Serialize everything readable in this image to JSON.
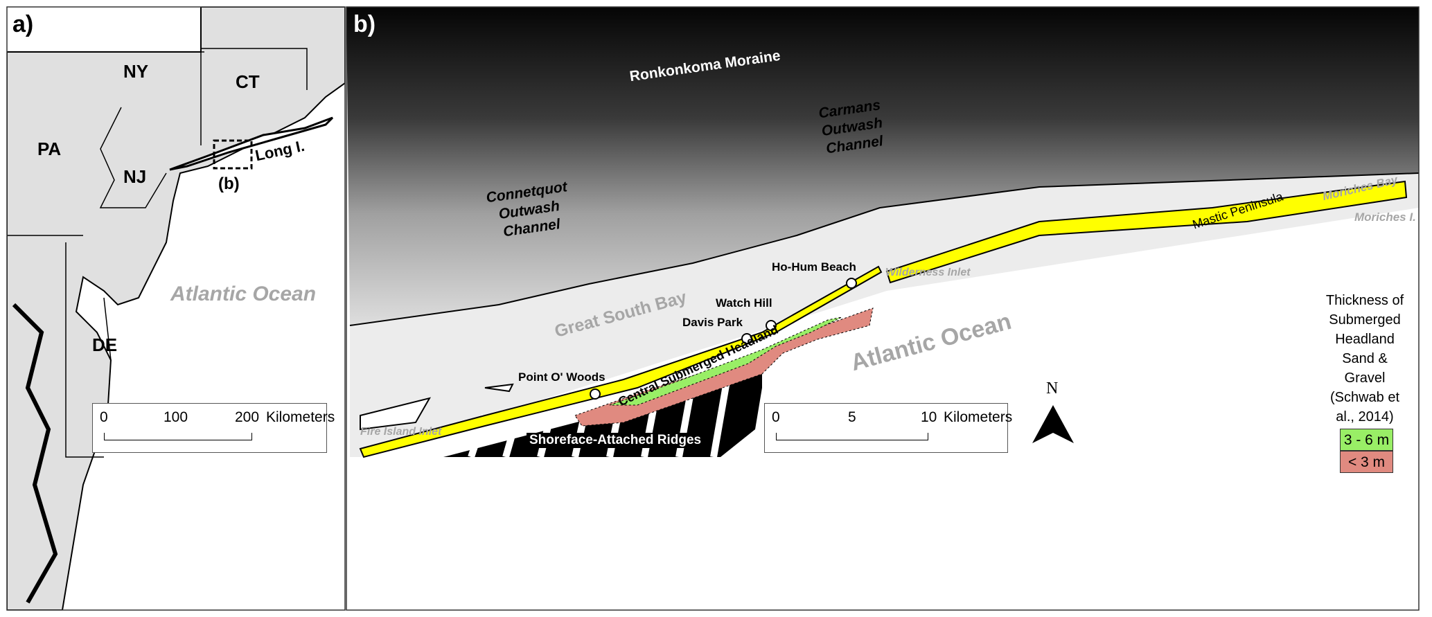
{
  "panel_a": {
    "label": "a)",
    "states": [
      "NY",
      "CT",
      "PA",
      "NJ",
      "DE"
    ],
    "long_island": "Long I.",
    "inset_ref": "(b)",
    "ocean": "Atlantic Ocean",
    "scale": {
      "ticks": [
        "0",
        "100",
        "200"
      ],
      "unit": "Kilometers"
    }
  },
  "panel_b": {
    "label": "b)",
    "features": {
      "moraine": "Ronkonkoma Moraine",
      "carmans": [
        "Carmans",
        "Outwash",
        "Channel"
      ],
      "connetquot": [
        "Connetquot",
        "Outwash",
        "Channel"
      ],
      "mastic": "Mastic Peninsula",
      "moriches_bay": "Moriches Bay",
      "moriches_inlet": "Moriches I.",
      "wilderness": "Wilderness Inlet",
      "ho_hum": "Ho-Hum Beach",
      "watch_hill": "Watch Hill",
      "davis_park": "Davis Park",
      "great_south_bay": "Great South Bay",
      "headland": "Central Submerged Headland",
      "point_o_woods": "Point O' Woods",
      "fire_island_inlet": "Fire Island Inlet",
      "ridges": "Shoreface-Attached Ridges",
      "ocean": "Atlantic Ocean"
    },
    "legend": {
      "title": [
        "Thickness of",
        "Submerged",
        "Headland",
        "Sand & Gravel",
        "(Schwab et",
        "al., 2014)"
      ],
      "items": [
        {
          "label": "3 - 6 m",
          "color": "#99ee66"
        },
        {
          "label": "< 3 m",
          "color": "#e08a80"
        }
      ]
    },
    "scale": {
      "ticks": [
        "0",
        "5",
        "10"
      ],
      "unit": "Kilometers"
    },
    "north": "N"
  },
  "colors": {
    "land": "#e0e0e0",
    "barrier": "#ffff00",
    "thick": "#99ee66",
    "thin": "#e08a80"
  }
}
